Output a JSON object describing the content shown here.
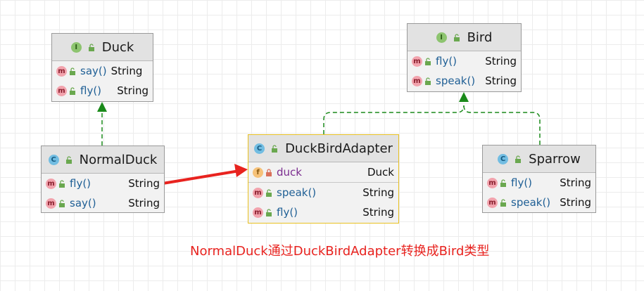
{
  "classes": {
    "duck": {
      "kind": "I",
      "name": "Duck",
      "methods": [
        {
          "kind": "m",
          "name": "say()",
          "type": "String"
        },
        {
          "kind": "m",
          "name": "fly()",
          "type": "String"
        }
      ]
    },
    "bird": {
      "kind": "I",
      "name": "Bird",
      "methods": [
        {
          "kind": "m",
          "name": "fly()",
          "type": "String"
        },
        {
          "kind": "m",
          "name": "speak()",
          "type": "String"
        }
      ]
    },
    "normal_duck": {
      "kind": "C",
      "name": "NormalDuck",
      "methods": [
        {
          "kind": "m",
          "name": "fly()",
          "type": "String"
        },
        {
          "kind": "m",
          "name": "say()",
          "type": "String"
        }
      ]
    },
    "adapter": {
      "kind": "C",
      "name": "DuckBirdAdapter",
      "fields": [
        {
          "kind": "f",
          "name": "duck",
          "type": "Duck"
        }
      ],
      "methods": [
        {
          "kind": "m",
          "name": "speak()",
          "type": "String"
        },
        {
          "kind": "m",
          "name": "fly()",
          "type": "String"
        }
      ]
    },
    "sparrow": {
      "kind": "C",
      "name": "Sparrow",
      "methods": [
        {
          "kind": "m",
          "name": "fly()",
          "type": "String"
        },
        {
          "kind": "m",
          "name": "speak()",
          "type": "String"
        }
      ]
    }
  },
  "caption": "NormalDuck通过DuckBirdAdapter转换成Bird类型",
  "colors": {
    "realization": "#1a8a1a",
    "association": "#e8231f",
    "selection": "#e8c020"
  }
}
